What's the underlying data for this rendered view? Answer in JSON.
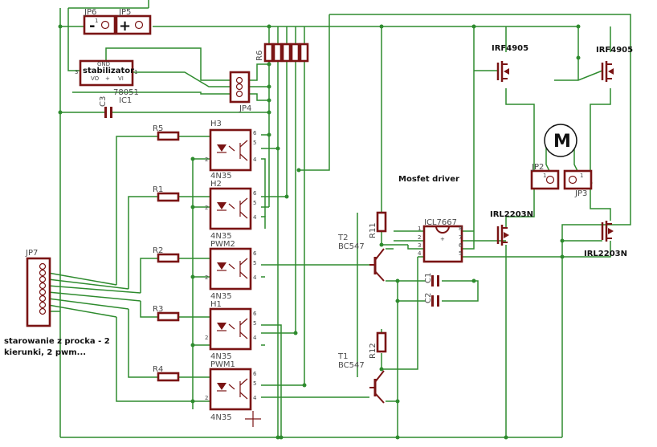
{
  "components": {
    "jp6": "JP6",
    "jp5": "JP5",
    "jp4": "JP4",
    "jp2": "JP2",
    "jp3": "JP3",
    "jp7": "JP7",
    "stabilizator": {
      "name": "stabilizator",
      "gnd": "GND",
      "vo": "VO",
      "plus": "+",
      "vi": "VI",
      "part": "78051",
      "ref": "IC1"
    },
    "c3": "C3",
    "r6": "R6",
    "h3": {
      "ref": "H3",
      "part": "4N35"
    },
    "h2": {
      "ref": "H2",
      "part": "4N35"
    },
    "pwm2": {
      "ref": "PWM2",
      "part": "4N35"
    },
    "h1": {
      "ref": "H1",
      "part": "4N35"
    },
    "pwm1": {
      "ref": "PWM1",
      "part": "4N35"
    },
    "r5": "R5",
    "r1": "R1",
    "r2": "R2",
    "r3": "R3",
    "r4": "R4",
    "r11": "R11",
    "r12": "R12",
    "t2": {
      "ref": "T2",
      "part": "BC547"
    },
    "t1": {
      "ref": "T1",
      "part": "BC547"
    },
    "icl": "ICL7667",
    "c1": "C1",
    "c2": "C2",
    "irf_left": "IRF4905",
    "irf_right": "IRF4905",
    "irl_left": "IRL2203N",
    "irl_right": "IRL2203N",
    "motor": "M",
    "mosfet_driver": "Mosfet driver",
    "minus": "-",
    "plus": "+"
  },
  "pins": {
    "p1": "1",
    "p2": "2",
    "p3": "3",
    "p4": "4",
    "p5": "5",
    "p6": "6",
    "p7": "7",
    "p8": "8"
  },
  "note": "starowanie z procka - 2 kierunki, 2 pwm..."
}
